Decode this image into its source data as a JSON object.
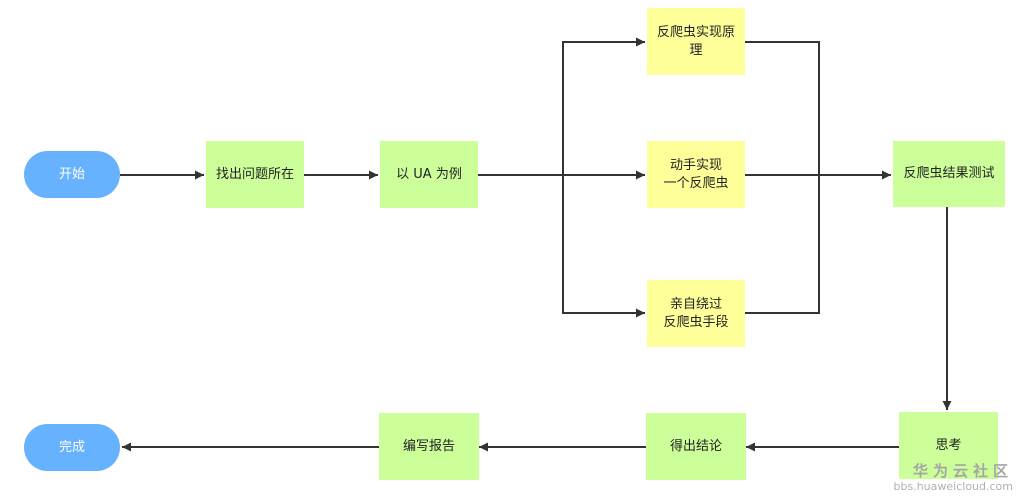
{
  "colors": {
    "terminal": "#66b2ff",
    "process": "#ccff99",
    "highlight": "#ffff99",
    "arrow": "#333333"
  },
  "nodes": {
    "start": "开始",
    "find_problem": "找出问题所在",
    "ua_example": "以 UA 为例",
    "principle": "反爬虫实现原\n理",
    "implement": "动手实现\n一个反爬虫",
    "bypass": "亲自绕过\n反爬虫手段",
    "test_result": "反爬虫结果测试",
    "think": "思考",
    "conclusion": "得出结论",
    "report": "编写报告",
    "done": "完成"
  },
  "watermark": {
    "name": "华为云社区",
    "url": "bbs.huaweicloud.com"
  }
}
